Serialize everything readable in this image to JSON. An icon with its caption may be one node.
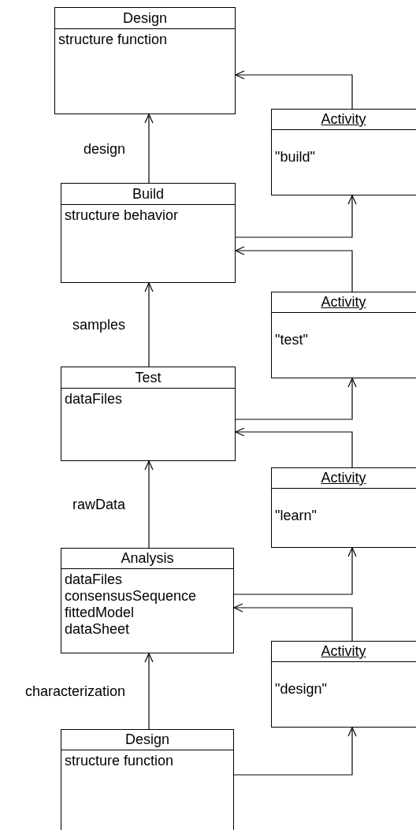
{
  "diagram": {
    "nodes": [
      {
        "text": [
          "Design",
          "structure function"
        ]
      },
      {
        "text": [
          "Activity",
          "\"build\""
        ]
      },
      {
        "text": [
          "Build",
          "structure behavior"
        ]
      },
      {
        "text": [
          "Activity",
          "\"test\""
        ]
      },
      {
        "text": [
          "Test",
          "dataFiles"
        ]
      },
      {
        "text": [
          "Activity",
          "\"learn\""
        ]
      },
      {
        "text": [
          "Analysis",
          "dataFiles consensusSequence fittedModel dataSheet"
        ]
      },
      {
        "text": [
          "Activity",
          "\"design\""
        ]
      },
      {
        "text": [
          "Design",
          "structure function"
        ]
      }
    ],
    "edges": [
      {
        "from": 2,
        "to": 0,
        "arrow": "to",
        "label": "design"
      },
      {
        "from": 1,
        "to": 0,
        "arrow": "to"
      },
      {
        "from": 2,
        "to": 1,
        "arrow": "to"
      },
      {
        "from": 3,
        "to": 2,
        "arrow": "to"
      },
      {
        "from": 4,
        "to": 2,
        "arrow": "to",
        "label": "samples"
      },
      {
        "from": 4,
        "to": 3,
        "arrow": "to"
      },
      {
        "from": 5,
        "to": 4,
        "arrow": "to"
      },
      {
        "from": 6,
        "to": 4,
        "arrow": "to",
        "label": "rawData"
      },
      {
        "from": 6,
        "to": 5,
        "arrow": "to"
      },
      {
        "from": 7,
        "to": 6,
        "arrow": "to"
      },
      {
        "from": 8,
        "to": 6,
        "arrow": "to",
        "label": "characterization"
      },
      {
        "from": 8,
        "to": 7,
        "arrow": "to"
      }
    ]
  }
}
